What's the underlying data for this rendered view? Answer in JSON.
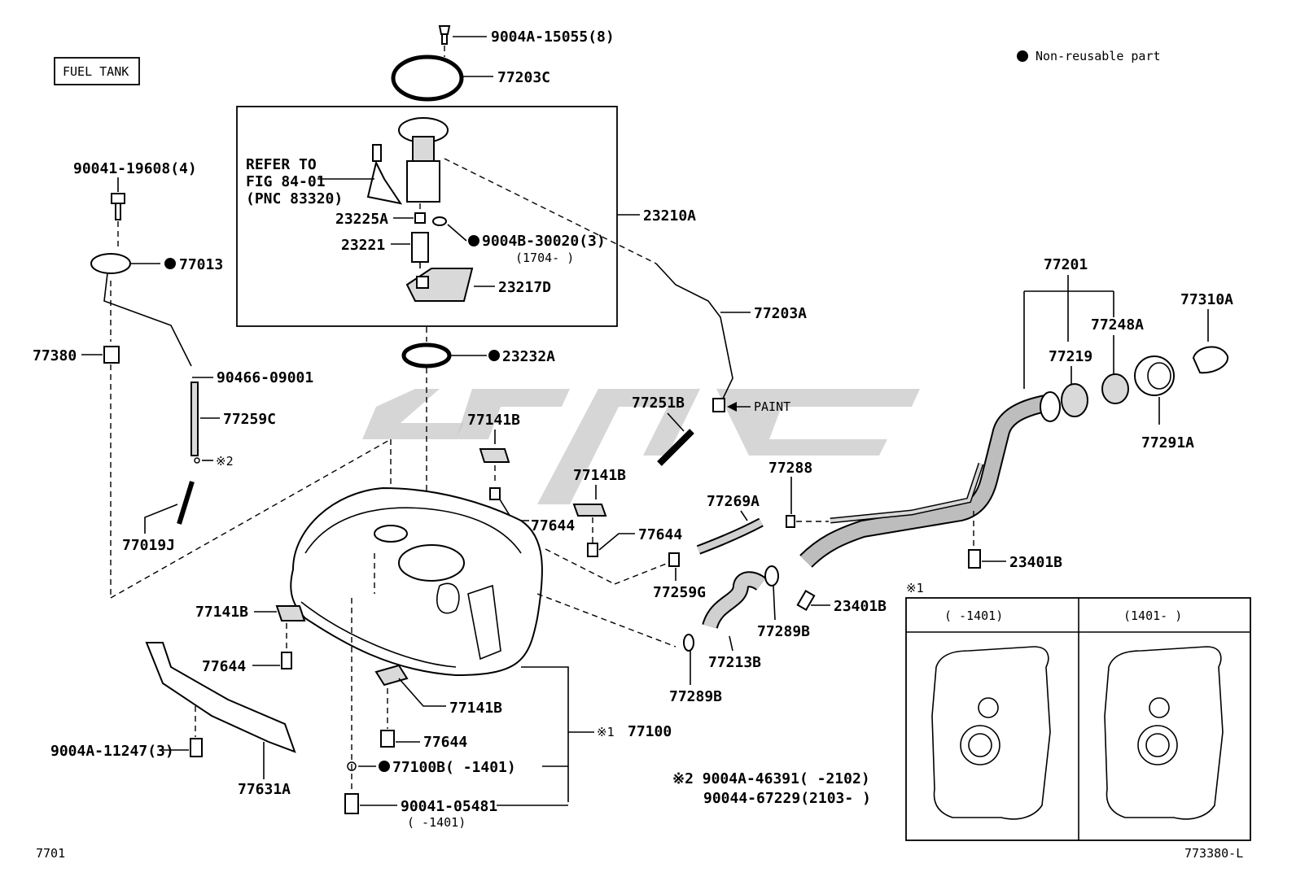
{
  "header": {
    "section_box": "FUEL TANK",
    "legend_text": "Non-reusable part"
  },
  "callouts": {
    "p9004A15055": "9004A-15055(8)",
    "p77203C": "77203C",
    "refer1": "REFER TO",
    "refer2": "FIG 84-01",
    "refer3": "(PNC 83320)",
    "p23225A": "23225A",
    "p23221": "23221",
    "p9004B30020": "9004B-30020(3)",
    "p9004B30020_range": "(1704-     )",
    "p23217D": "23217D",
    "p23210A": "23210A",
    "p23232A": "23232A",
    "p90041_19608": "90041-19608(4)",
    "p77013": "77013",
    "p77380": "77380",
    "p90466": "90466-09001",
    "p77259C": "77259C",
    "note2_mark": "※2",
    "p77019J": "77019J",
    "p77203A": "77203A",
    "p77251B": "77251B",
    "paint": "PAINT",
    "p77141B_a": "77141B",
    "p77141B_b": "77141B",
    "p77644_a": "77644",
    "p77644_b": "77644",
    "p77288": "77288",
    "p77269A": "77269A",
    "p77259G": "77259G",
    "p77201": "77201",
    "p77310A": "77310A",
    "p77248A": "77248A",
    "p77219": "77219",
    "p77291A": "77291A",
    "p23401B_a": "23401B",
    "p23401B_b": "23401B",
    "p77289B_a": "77289B",
    "p77213B": "77213B",
    "p77289B_b": "77289B",
    "p77141B_c": "77141B",
    "p77644_c": "77644",
    "p9004A11247": "9004A-11247(3)",
    "p77631A": "77631A",
    "p77141B_d": "77141B",
    "p77644_d": "77644",
    "note1_mark": "※1",
    "p77100": "77100",
    "p77100B": "77100B(     -1401)",
    "p90041_05481": "90041-05481",
    "p90041_05481_range": "(     -1401)",
    "note2_line1": "※2  9004A-46391(     -2102)",
    "note2_line2": "90044-67229(2103-     )",
    "inset_mark": "※1",
    "inset_col1": "(     -1401)",
    "inset_col2": "(1401-     )",
    "footer_left": "7701",
    "footer_right": "773380-L"
  }
}
